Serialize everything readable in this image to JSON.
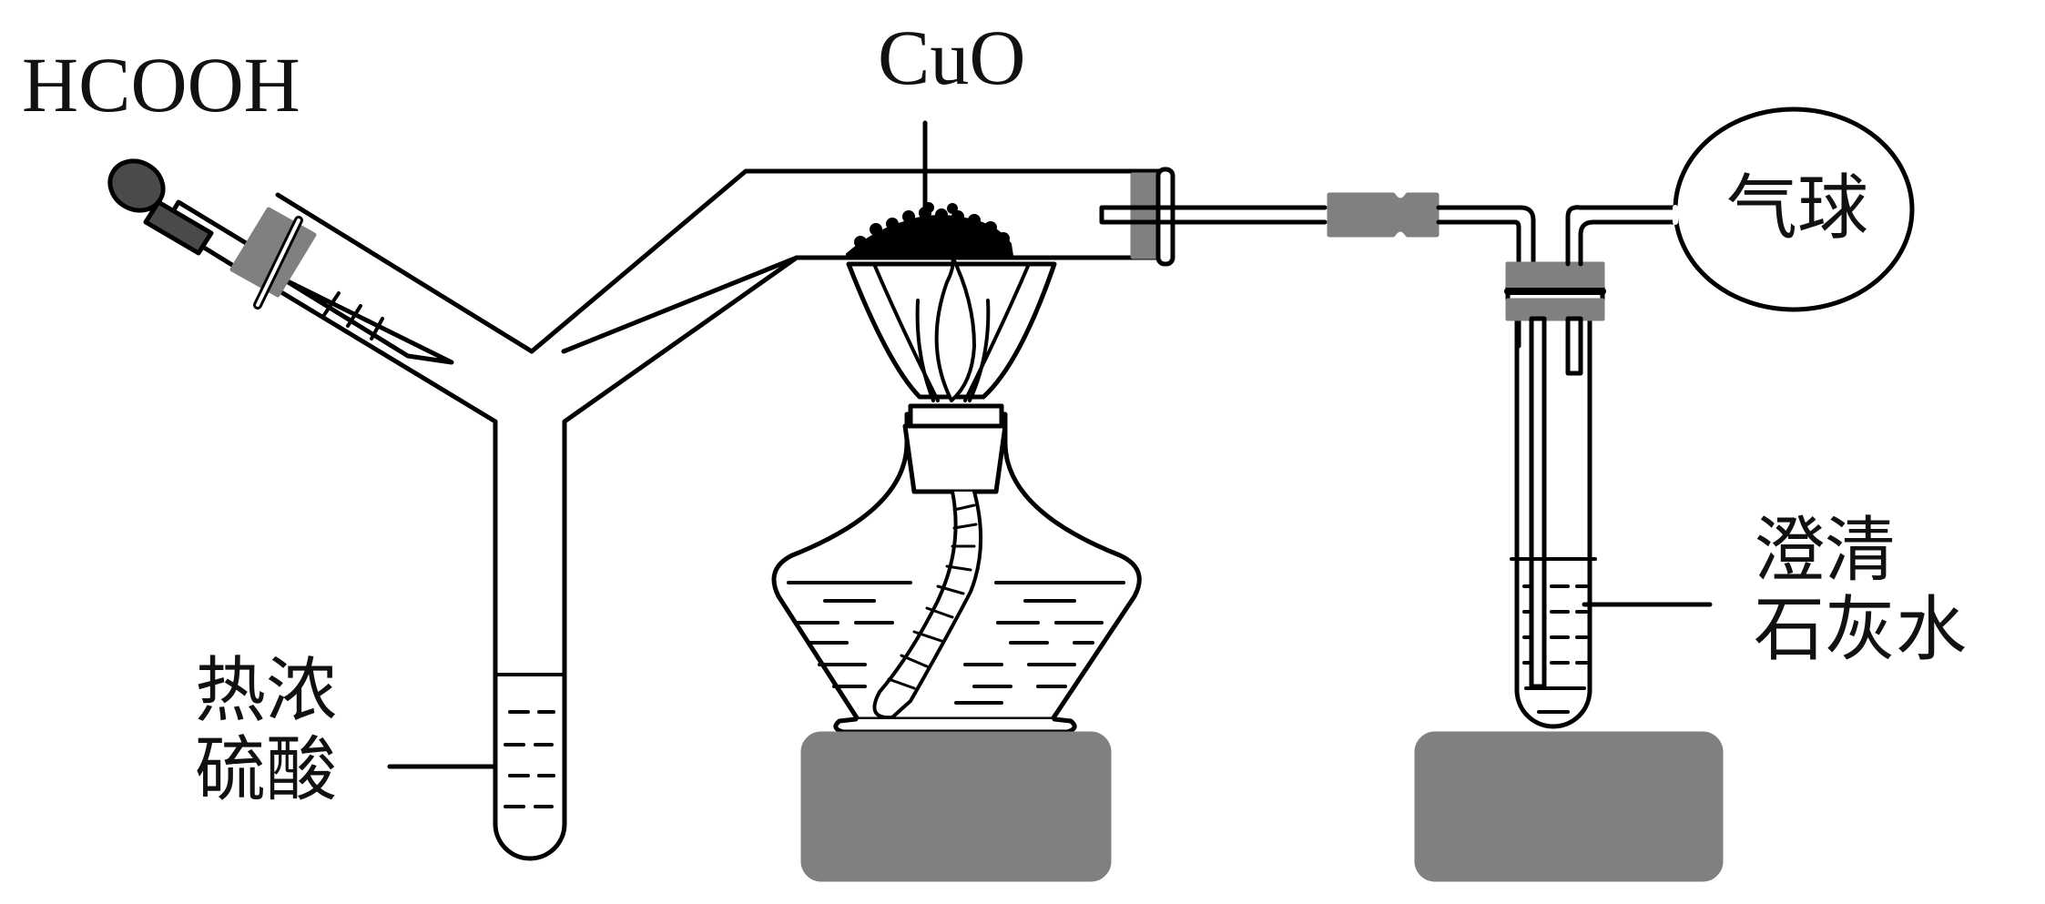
{
  "labels": {
    "hcooh": "HCOOH",
    "cuo": "CuO",
    "balloon": "气球",
    "sulfuric_acid_line1": "热浓",
    "sulfuric_acid_line2": "硫酸",
    "limewater_line1": "澄清",
    "limewater_line2": "石灰水"
  },
  "colors": {
    "outline": "#000000",
    "stopper": "#808080",
    "stand_block": "#808080",
    "dropper_bulb": "#4a4a4a",
    "background": "#ffffff"
  }
}
